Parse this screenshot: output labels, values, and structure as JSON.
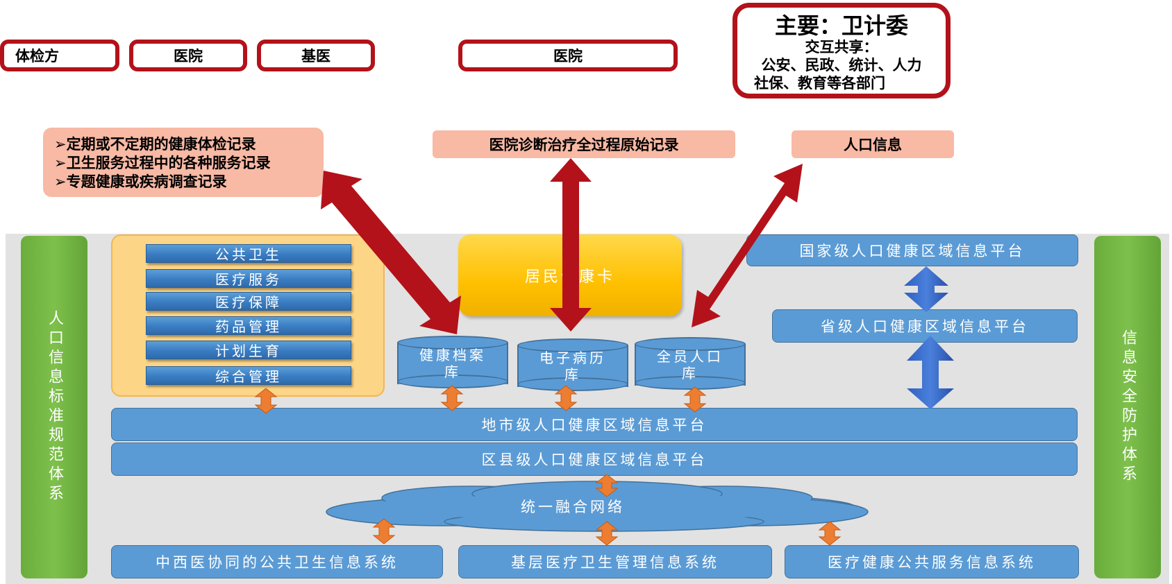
{
  "sources": [
    {
      "label": "体检方"
    },
    {
      "label": "医院"
    },
    {
      "label": "基医"
    },
    {
      "label": "医院"
    }
  ],
  "main_box": {
    "title": "主要：卫计委",
    "line1": "交互共享：",
    "line2": "公安、民政、统计、人力",
    "line3": "社保、教育等各部门"
  },
  "records": {
    "bullets": [
      "➢定期或不定期的健康体检记录",
      "➢卫生服务过程中的各种服务记录",
      "➢专题健康或疾病调查记录"
    ],
    "hospital": "医院诊断治疗全过程原始记录",
    "population": "人口信息"
  },
  "side_left": "人口信息标准规范体系",
  "side_right": "信息安全防护体系",
  "functions": [
    "公共卫生",
    "医疗服务",
    "医疗保障",
    "药品管理",
    "计划生育",
    "综合管理"
  ],
  "health_card": "居民健康卡",
  "databases": [
    {
      "line1": "健康档案",
      "line2": "库"
    },
    {
      "line1": "电子病历",
      "line2": "库"
    },
    {
      "line1": "全员人口",
      "line2": "库"
    }
  ],
  "platforms": {
    "national": "国家级人口健康区域信息平台",
    "provincial": "省级人口健康区域信息平台",
    "city": "地市级人口健康区域信息平台",
    "county": "区县级人口健康区域信息平台"
  },
  "network": "统一融合网络",
  "systems": [
    "中西医协同的公共卫生信息系统",
    "基层医疗卫生管理信息系统",
    "医疗健康公共服务信息系统"
  ],
  "colors": {
    "red": "#b3121a",
    "salmon": "#f8b9a5",
    "blue": "#5b9bd5",
    "green": "#70ad47",
    "orange_arrow": "#ed7d31",
    "gold": "#ffc000"
  }
}
